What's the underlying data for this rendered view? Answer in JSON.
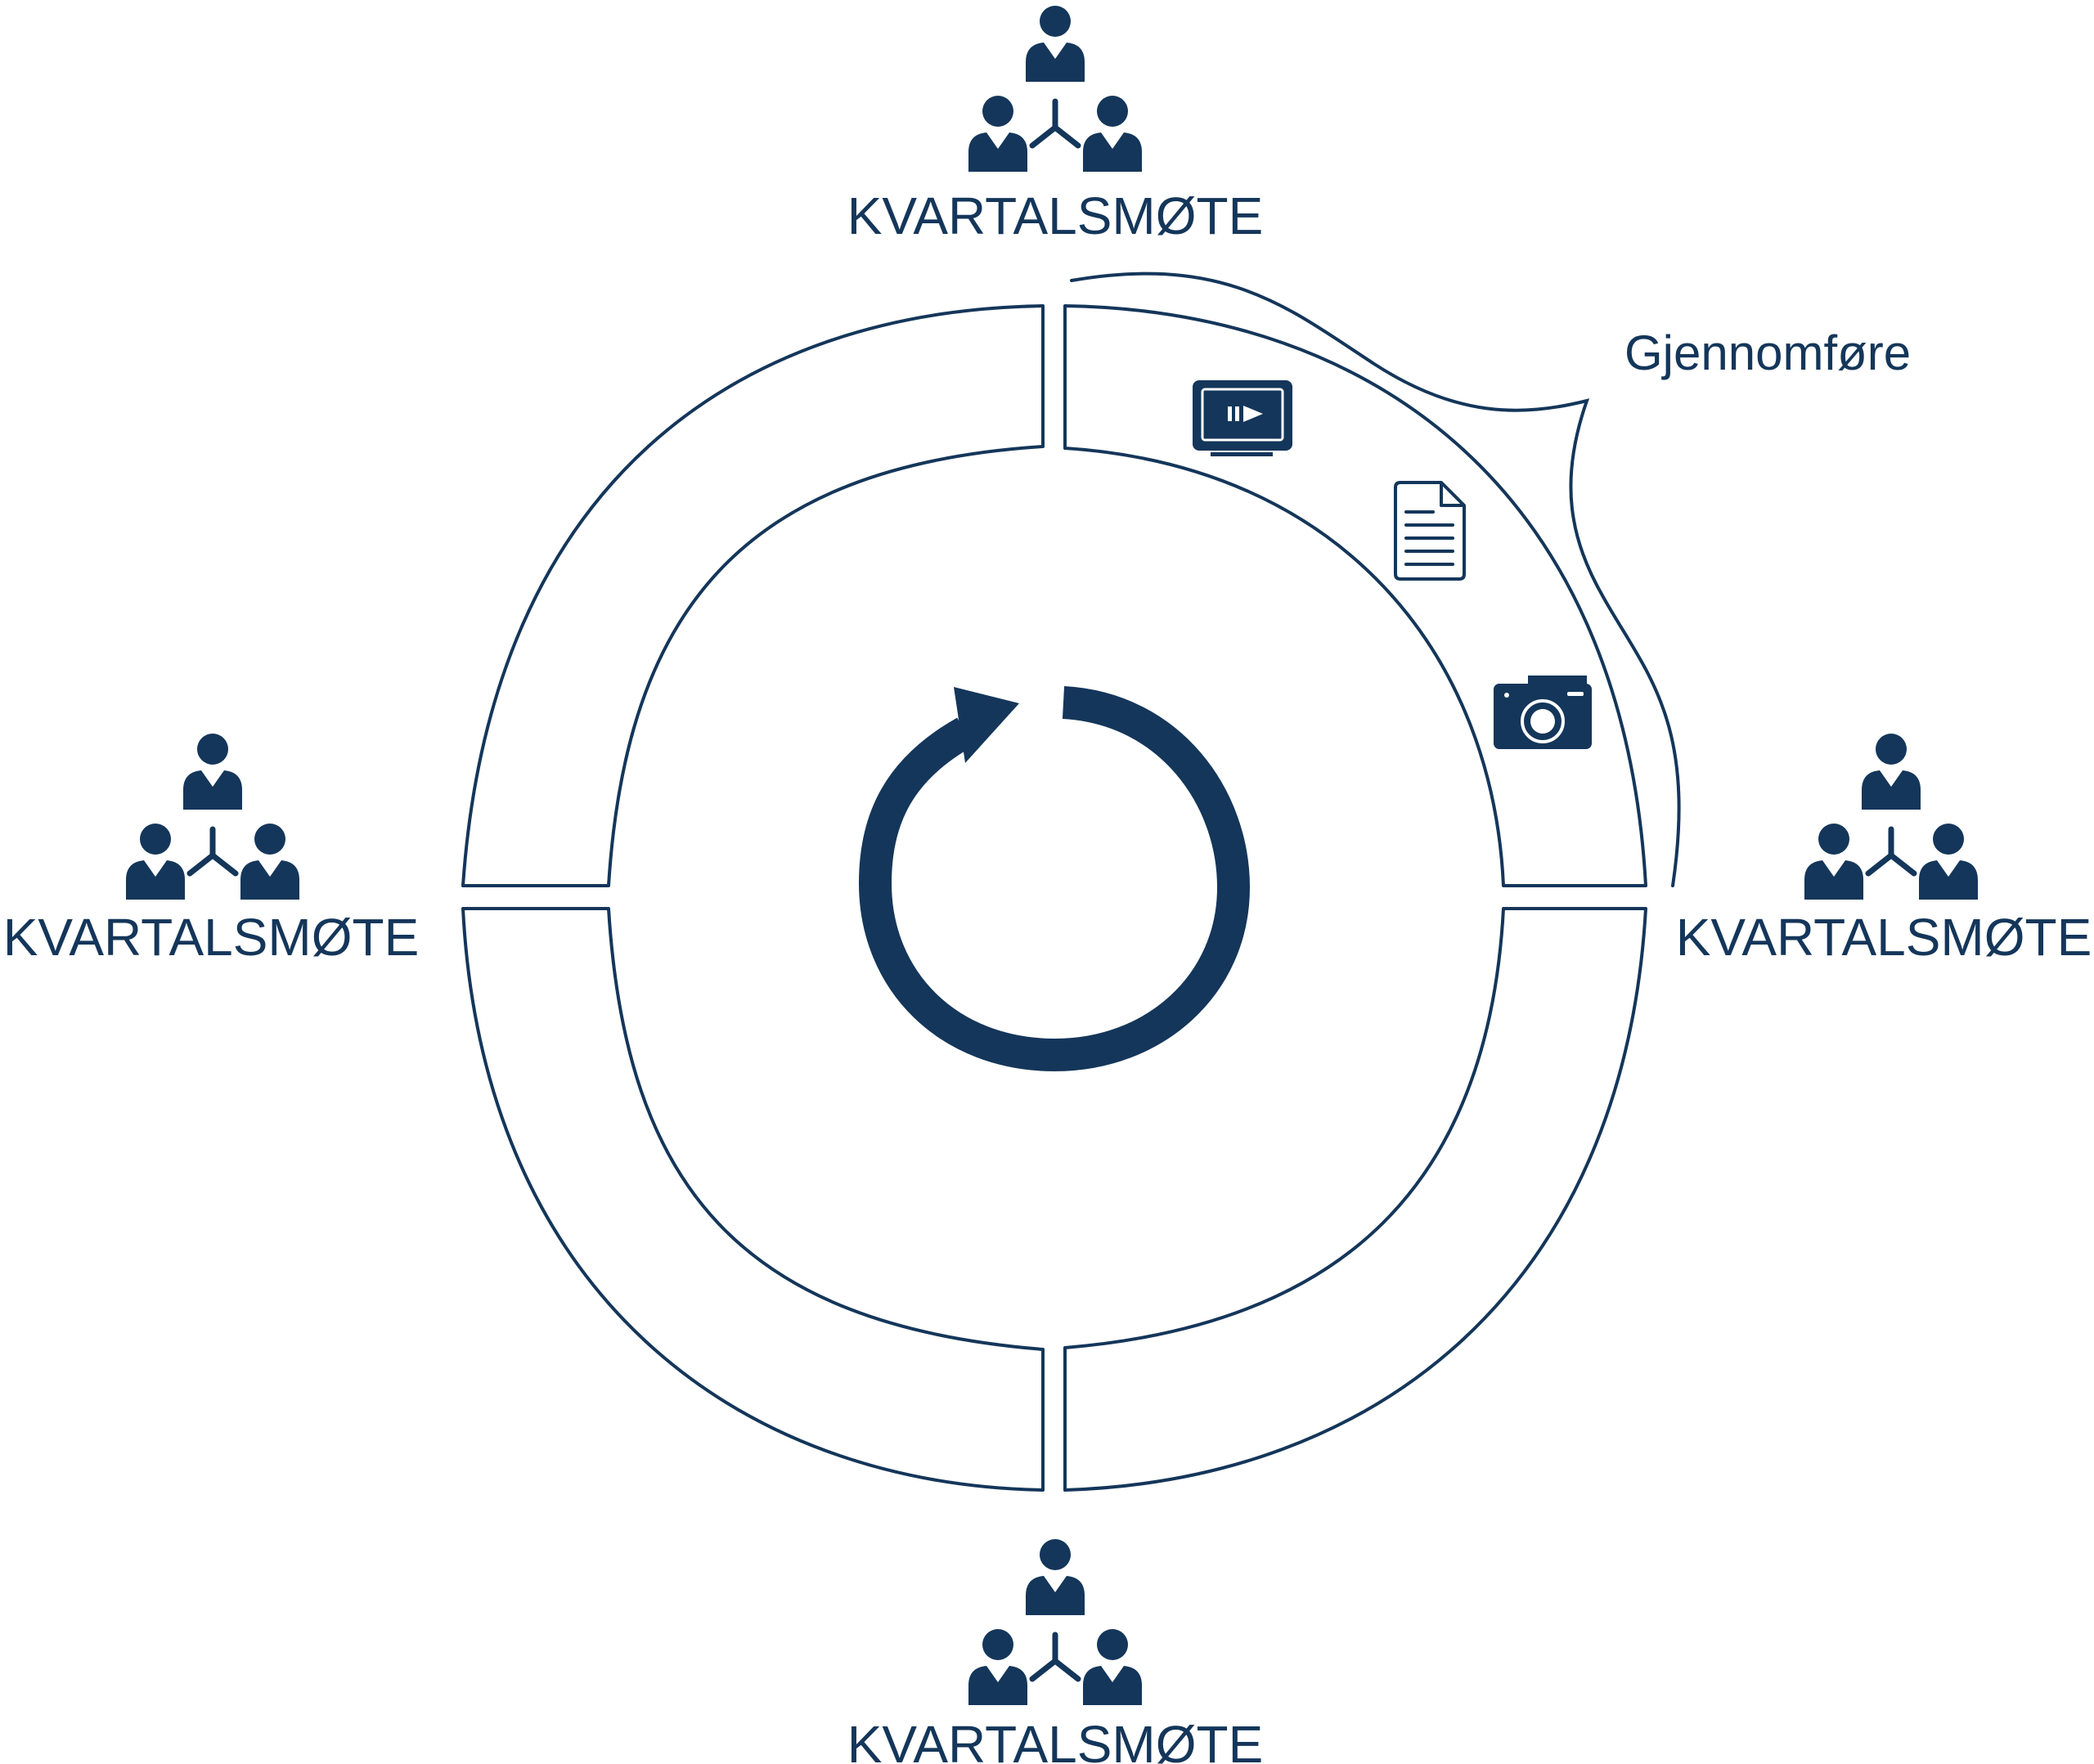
{
  "labels": {
    "top": "KVARTALSMØTE",
    "left": "KVARTALSMØTE",
    "right": "KVARTALSMØTE",
    "bottom": "KVARTALSMØTE",
    "callout": "Gjennomføre"
  },
  "icons": {
    "meeting": "group-meeting-icon",
    "presentation": "monitor-play-icon",
    "document": "document-icon",
    "photo": "camera-icon",
    "cycle": "cycle-arrow-icon"
  },
  "colors": {
    "ink": "#14365a",
    "background": "#ffffff"
  }
}
